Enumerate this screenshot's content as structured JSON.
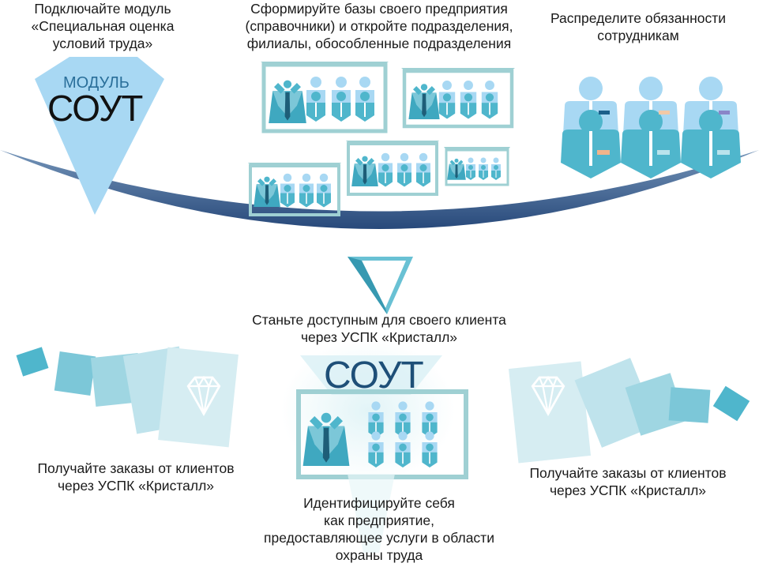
{
  "top": {
    "module_caption": [
      "Подключайте модуль",
      "«Специальная оценка",
      "условий труда»"
    ],
    "module_small": "МОДУЛЬ",
    "module_big": "СОУТ",
    "bases_caption": [
      "Сформируйте базы своего предприятия",
      "(справочники) и откройте подразделения,",
      "филиалы, обособленные подразделения"
    ],
    "staff_caption": [
      "Распределите обязанности",
      "сотрудникам"
    ]
  },
  "center": {
    "available_caption": [
      "Станьте доступным для своего клиента",
      "через УСПК «Кристалл»"
    ],
    "soute_label": "СОУТ",
    "identify_caption": [
      "Идентифицируйте себя",
      "как предприятие,",
      "предоставляющее услуги в области",
      "охраны труда"
    ]
  },
  "left": {
    "orders_caption": [
      "Получайте заказы от клиентов",
      "через УСПК «Кристалл»"
    ]
  },
  "right": {
    "orders_caption": [
      "Получайте заказы от клиентов",
      "через УСПК «Кристалл»"
    ]
  },
  "colors": {
    "light_blue": "#a8d8f3",
    "teal": "#4fb6cc",
    "dark_teal": "#2a8fa8",
    "frame": "#9fd0d3",
    "navy_arc": "#1c3f73"
  }
}
